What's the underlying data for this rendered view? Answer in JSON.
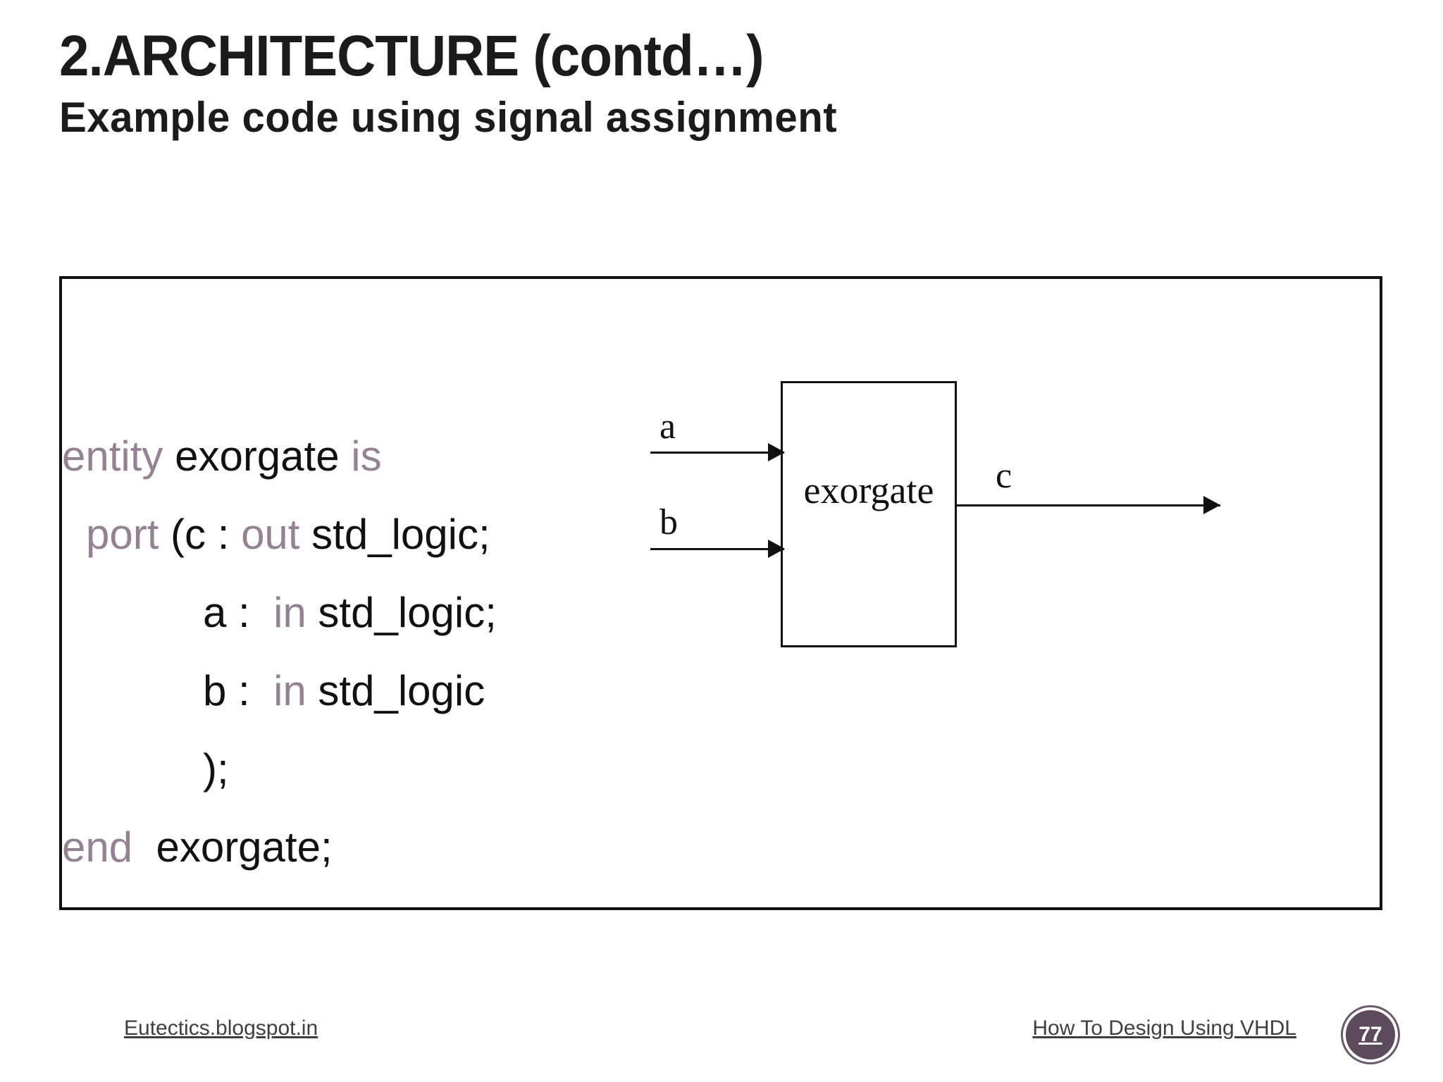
{
  "slide": {
    "title": "2.ARCHITECTURE (contd…)",
    "subtitle": "Example code using signal assignment"
  },
  "code": {
    "lines": [
      {
        "segments": [
          {
            "text": "entity",
            "kind": "keyword"
          },
          {
            "text": " exorgate ",
            "kind": "plain"
          },
          {
            "text": "is",
            "kind": "keyword"
          }
        ],
        "indent": 0
      },
      {
        "segments": [
          {
            "text": "port",
            "kind": "keyword"
          },
          {
            "text": " (c : ",
            "kind": "plain"
          },
          {
            "text": "out",
            "kind": "keyword"
          },
          {
            "text": " std_logic;",
            "kind": "plain"
          }
        ],
        "indent": 1
      },
      {
        "segments": [
          {
            "text": "a :  ",
            "kind": "plain"
          },
          {
            "text": "in",
            "kind": "keyword"
          },
          {
            "text": " std_logic;",
            "kind": "plain"
          }
        ],
        "indent": 2
      },
      {
        "segments": [
          {
            "text": "b :  ",
            "kind": "plain"
          },
          {
            "text": "in",
            "kind": "keyword"
          },
          {
            "text": " std_logic",
            "kind": "plain"
          }
        ],
        "indent": 2
      },
      {
        "segments": [
          {
            "text": ");",
            "kind": "plain"
          }
        ],
        "indent": 2
      },
      {
        "segments": [
          {
            "text": "end",
            "kind": "keyword"
          },
          {
            "text": "  exorgate;",
            "kind": "plain"
          }
        ],
        "indent": 0
      }
    ],
    "keyword_color": "#948193",
    "text_color": "#111111"
  },
  "diagram": {
    "block_label": "exorgate",
    "input_a_label": "a",
    "input_b_label": "b",
    "output_c_label": "c",
    "line_color": "#111111"
  },
  "footer": {
    "left_link": "Eutectics.blogspot.in",
    "right_link": "How To Design Using VHDL",
    "page_number": "77",
    "badge_color": "#5d4a5c"
  }
}
